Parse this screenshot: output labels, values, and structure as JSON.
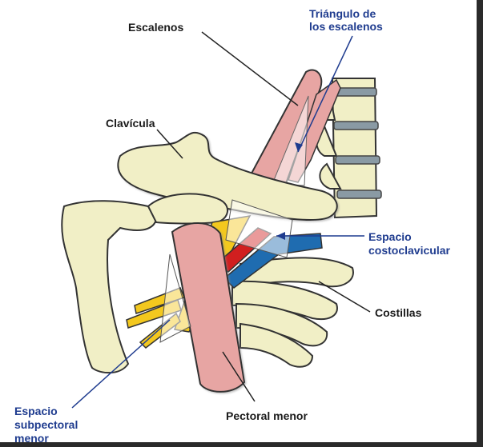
{
  "labels": {
    "escalenos": "Escalenos",
    "triangulo_l1": "Triángulo de",
    "triangulo_l2": "los escalenos",
    "clavicula": "Clavícula",
    "costo_l1": "Espacio",
    "costo_l2": "costoclavicular",
    "costillas": "Costillas",
    "pectoral": "Pectoral menor",
    "subpec_l1": "Espacio",
    "subpec_l2": "subpectoral",
    "subpec_l3": "menor"
  },
  "colors": {
    "bone": "#f1efc6",
    "muscle": "#e7a5a3",
    "artery": "#d11f1f",
    "vein": "#1f6cb0",
    "nerve": "#f3c81e",
    "space_overlay": "#ffffff",
    "black_label": "#1a1a1a",
    "blue_label": "#1f3c8f"
  }
}
